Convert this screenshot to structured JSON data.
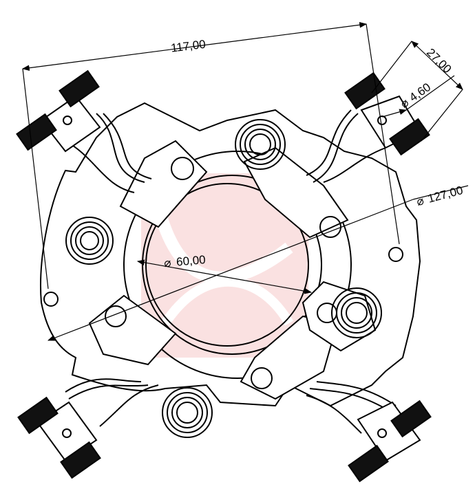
{
  "drawing": {
    "dimensions": {
      "overall_width": "117,00",
      "mount_spacing": "27,00",
      "hole_diameter": "4,60",
      "outer_diameter": "127,00",
      "inner_diameter": "60,00"
    },
    "colors": {
      "line": "#000000",
      "background": "#ffffff",
      "watermark": "#f6c9c9"
    },
    "watermark_icon": "swirl-logo-watermark"
  }
}
